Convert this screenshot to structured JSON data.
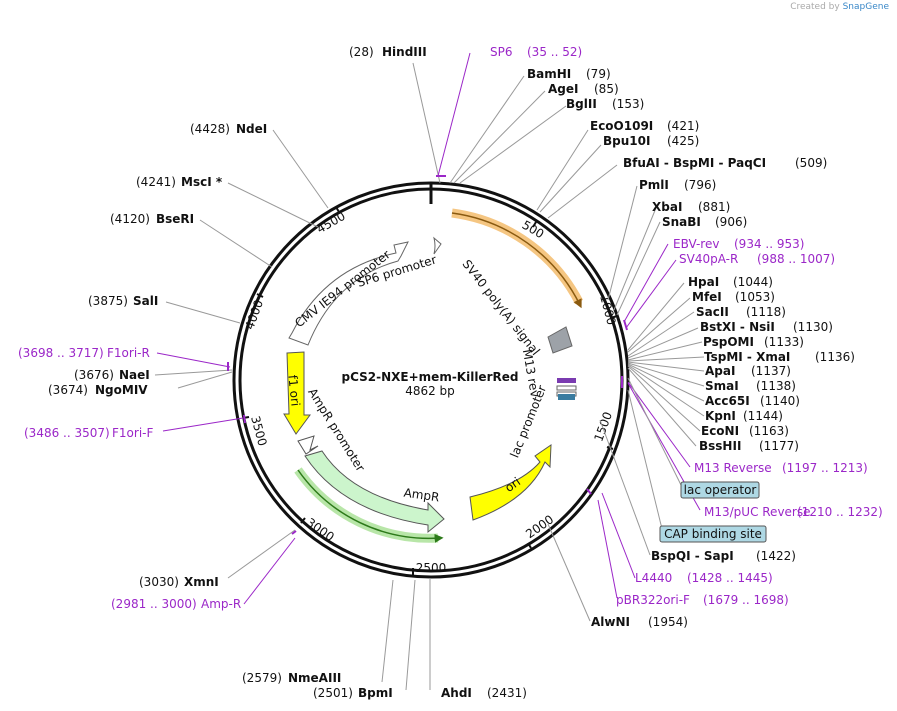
{
  "credit": {
    "prefix": "Created by",
    "brand": "SnapGene"
  },
  "plasmid": {
    "name": "pCS2-NXE+mem-KillerRed",
    "size": "4862 bp",
    "length": 4862
  },
  "ticks": [
    "500",
    "1000",
    "1500",
    "2000",
    "2500",
    "3000",
    "3500",
    "4000",
    "4500"
  ],
  "sites": [
    {
      "name": "HindIII",
      "pos": "(28)"
    },
    {
      "name": "BamHI",
      "pos": "(79)"
    },
    {
      "name": "AgeI",
      "pos": "(85)"
    },
    {
      "name": "BglII",
      "pos": "(153)"
    },
    {
      "name": "EcoO109I",
      "pos": "(421)"
    },
    {
      "name": "Bpu10I",
      "pos": "(425)"
    },
    {
      "name": "BfuAI - BspMI - PaqCI",
      "pos": "(509)"
    },
    {
      "name": "PmlI",
      "pos": "(796)"
    },
    {
      "name": "XbaI",
      "pos": "(881)"
    },
    {
      "name": "SnaBI",
      "pos": "(906)"
    },
    {
      "name": "HpaI",
      "pos": "(1044)"
    },
    {
      "name": "MfeI",
      "pos": "(1053)"
    },
    {
      "name": "SacII",
      "pos": "(1118)"
    },
    {
      "name": "BstXI - NsiI",
      "pos": "(1130)"
    },
    {
      "name": "PspOMI",
      "pos": "(1133)"
    },
    {
      "name": "TspMI - XmaI",
      "pos": "(1136)"
    },
    {
      "name": "ApaI",
      "pos": "(1137)"
    },
    {
      "name": "SmaI",
      "pos": "(1138)"
    },
    {
      "name": "Acc65I",
      "pos": "(1140)"
    },
    {
      "name": "KpnI",
      "pos": "(1144)"
    },
    {
      "name": "EcoNI",
      "pos": "(1163)"
    },
    {
      "name": "BssHII",
      "pos": "(1177)"
    },
    {
      "name": "BspQI - SapI",
      "pos": "(1422)"
    },
    {
      "name": "AlwNI",
      "pos": "(1954)"
    },
    {
      "name": "AhdI",
      "pos": "(2431)"
    },
    {
      "name": "BpmI",
      "pos": "(2501)"
    },
    {
      "name": "NmeAIII",
      "pos": "(2579)"
    },
    {
      "name": "XmnI",
      "pos": "(3030)"
    },
    {
      "name": "NgoMIV",
      "pos": "(3674)"
    },
    {
      "name": "NaeI",
      "pos": "(3676)"
    },
    {
      "name": "SalI",
      "pos": "(3875)"
    },
    {
      "name": "BseRI",
      "pos": "(4120)"
    },
    {
      "name": "MscI *",
      "pos": "(4241)"
    },
    {
      "name": "NdeI",
      "pos": "(4428)"
    }
  ],
  "primers": [
    {
      "name": "SP6",
      "range": "(35 .. 52)"
    },
    {
      "name": "EBV-rev",
      "range": "(934 .. 953)"
    },
    {
      "name": "SV40pA-R",
      "range": "(988 .. 1007)"
    },
    {
      "name": "M13 Reverse",
      "range": "(1197 .. 1213)"
    },
    {
      "name": "M13/pUC Reverse",
      "range": "(1210 .. 1232)"
    },
    {
      "name": "L4440",
      "range": "(1428 .. 1445)"
    },
    {
      "name": "pBR322ori-F",
      "range": "(1679 .. 1698)"
    },
    {
      "name": "Amp-R",
      "range": "(2981 .. 3000)"
    },
    {
      "name": "F1ori-F",
      "range": "(3486 .. 3507)"
    },
    {
      "name": "F1ori-R",
      "range": "(3698 .. 3717)"
    }
  ],
  "boxed": [
    "lac operator",
    "CAP binding site"
  ],
  "features": [
    {
      "label": "SV40 poly(A) signal",
      "color": "#f5a623"
    },
    {
      "label": "M13 rev",
      "color": "#999da3"
    },
    {
      "label": "lac promoter",
      "color": "#3a7ca0"
    },
    {
      "label": "ori",
      "color": "#ffff00"
    },
    {
      "label": "AmpR",
      "color": "#ccf5cc"
    },
    {
      "label": "AmpR promoter",
      "color": "#ffffff"
    },
    {
      "label": "f1 ori",
      "color": "#ffff00"
    },
    {
      "label": "CMV IE94 promoter",
      "color": "#ffffff"
    },
    {
      "label": "SP6 promoter",
      "color": "#ffffff"
    }
  ],
  "colors": {
    "primer": "#9b27c8",
    "box": "#aed8e4",
    "backbone": "#111111"
  }
}
